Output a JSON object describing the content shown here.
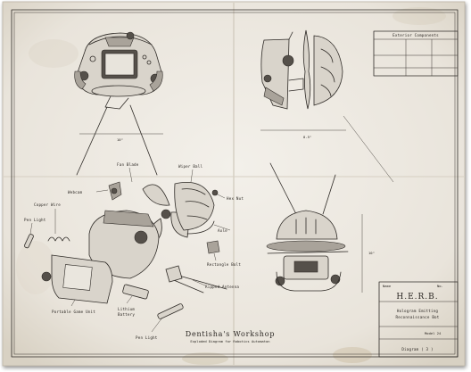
{
  "sheet": {
    "title": "Dentisha's Workshop",
    "subtitle": "Exploded Diagram for Robotics Automaton"
  },
  "components_box": {
    "title": "Exterior Components"
  },
  "title_block": {
    "name_label": "Name",
    "no_label": "No.",
    "name_value": "H.E.R.B.",
    "description_line1": "Hologram Emitting",
    "description_line2": "Reconnaissance Bot",
    "model_label": "Model 24",
    "diagram_label": "Diagram ( 3 )"
  },
  "callouts": {
    "fan_blade": "Fan Blade",
    "wiper_ball": "Wiper Ball",
    "webcam": "Webcam",
    "hex_nut": "Hex Nut",
    "copper_wire": "Copper Wire",
    "axle": "Axle",
    "pen_light_left": "Pen Light",
    "rectangle_bolt": "Rectangle Bolt",
    "ripped_antenna": "Ripped Antenna",
    "portable_game_unit": "Portable Game Unit",
    "lithium_battery_1": "Lithium",
    "lithium_battery_2": "Battery",
    "pen_light_bottom": "Pen Light"
  },
  "dimensions": {
    "top_left_width": "10\"",
    "top_right_width": "8.5\"",
    "right_height": "10\""
  }
}
